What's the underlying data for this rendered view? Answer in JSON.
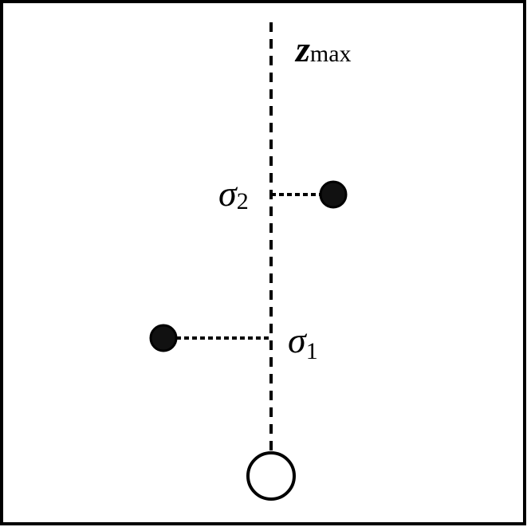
{
  "diagram": {
    "labels": {
      "z_symbol": "z",
      "z_subscript": "max",
      "sigma2_symbol": "σ",
      "sigma2_subscript": "2",
      "sigma1_symbol": "σ",
      "sigma1_subscript": "1"
    },
    "colors": {
      "stroke": "#000000",
      "filled_point": "#111111",
      "open_point": "#ffffff",
      "background": "#ffffff"
    }
  }
}
